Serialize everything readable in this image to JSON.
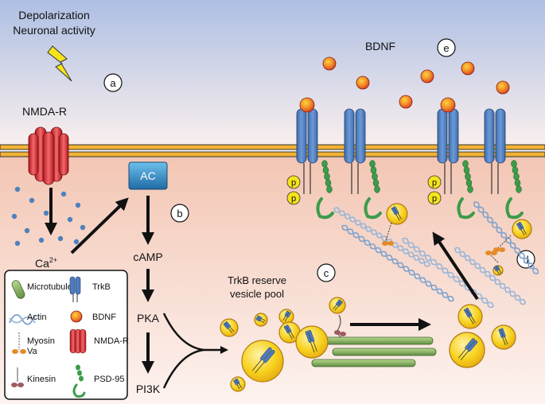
{
  "labels": {
    "stimulus_line1": "Depolarization",
    "stimulus_line2": "Neuronal activity",
    "nmda_r": "NMDA-R",
    "ca": "Ca",
    "ca_superscript": "2+",
    "ac": "AC",
    "camp": "cAMP",
    "pka": "PKA",
    "pi3k": "PI3K",
    "bdnf": "BDNF",
    "reserve_line1": "TrkB reserve",
    "reserve_line2": "vesicle pool",
    "p": "p"
  },
  "panel_markers": [
    "a",
    "b",
    "c",
    "d",
    "e"
  ],
  "legend": {
    "items": [
      {
        "label": "Microtubule",
        "icon": "microtubule-icon"
      },
      {
        "label": "TrkB",
        "icon": "trkb-icon"
      },
      {
        "label": "Actin",
        "icon": "actin-icon"
      },
      {
        "label": "BDNF",
        "icon": "bdnf-icon"
      },
      {
        "label": "Myosin",
        "label2": "Va",
        "icon": "myosin-va-icon"
      },
      {
        "label": "NMDA-R",
        "icon": "nmda-r-icon"
      },
      {
        "label": "Kinesin",
        "icon": "kinesin-icon"
      },
      {
        "label": "PSD-95",
        "icon": "psd-95-icon"
      }
    ]
  },
  "colors": {
    "sky_top": "#aebfe3",
    "cyto_top": "#f3c6b4",
    "membrane": "#f2b233",
    "trkb": "#5b86c4",
    "bdnf": "#e8552a",
    "vesicle": "#f5cf1e",
    "nmda": "#d9333a",
    "microtubule": "#8db36a",
    "psd95": "#3c9c4a",
    "ac": "#2c7fb8",
    "ca_dot": "#4f81bd"
  }
}
